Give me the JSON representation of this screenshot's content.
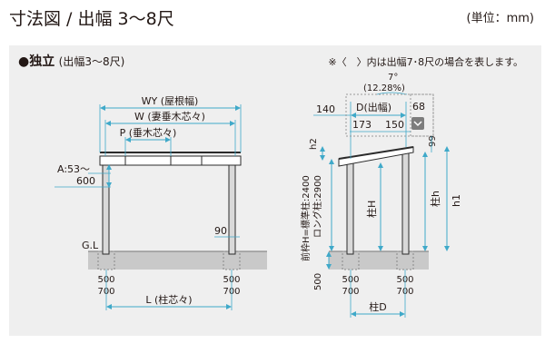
{
  "header": {
    "title": "寸法図 / 出幅 3〜8尺",
    "unit": "(単位：mm)"
  },
  "section": {
    "name": "独立",
    "sub": "(出幅3〜8尺)",
    "note": "※〈　〉内は出幅7･8尺の場合を表します。"
  },
  "front_view": {
    "wy": "WY (屋根幅)",
    "w": "W (妻垂木芯々)",
    "p": "P (垂木芯々)",
    "a_line1": "A:53〜",
    "a_line2": "600",
    "dim_90": "90",
    "gl": "G.L",
    "base_left_1": "500",
    "base_left_2": "700",
    "base_right_1": "500",
    "base_right_2": "700",
    "l": "L (柱芯々)"
  },
  "side_view": {
    "angle_1": "7°",
    "angle_2": "(12.28%)",
    "d": "D(出幅)",
    "dim_140": "140",
    "dim_68": "68",
    "dim_173": "173",
    "dim_150": "150",
    "h2": "h2",
    "dim_99": "99",
    "height_1": "前枠H=標準柱:2400",
    "height_2": "ロング柱:2900",
    "hashira_h": "柱H",
    "hashira_h2": "柱h",
    "h1": "h1",
    "dim_500": "500",
    "base_left_1": "500",
    "base_left_2": "700",
    "base_right_1": "500",
    "base_right_2": "700",
    "hashira_d": "柱D"
  },
  "colors": {
    "dimension": "#3fa9c9",
    "structure": "#2b2b2b",
    "ground": "#c9c9c9",
    "panel": "#efefef"
  }
}
